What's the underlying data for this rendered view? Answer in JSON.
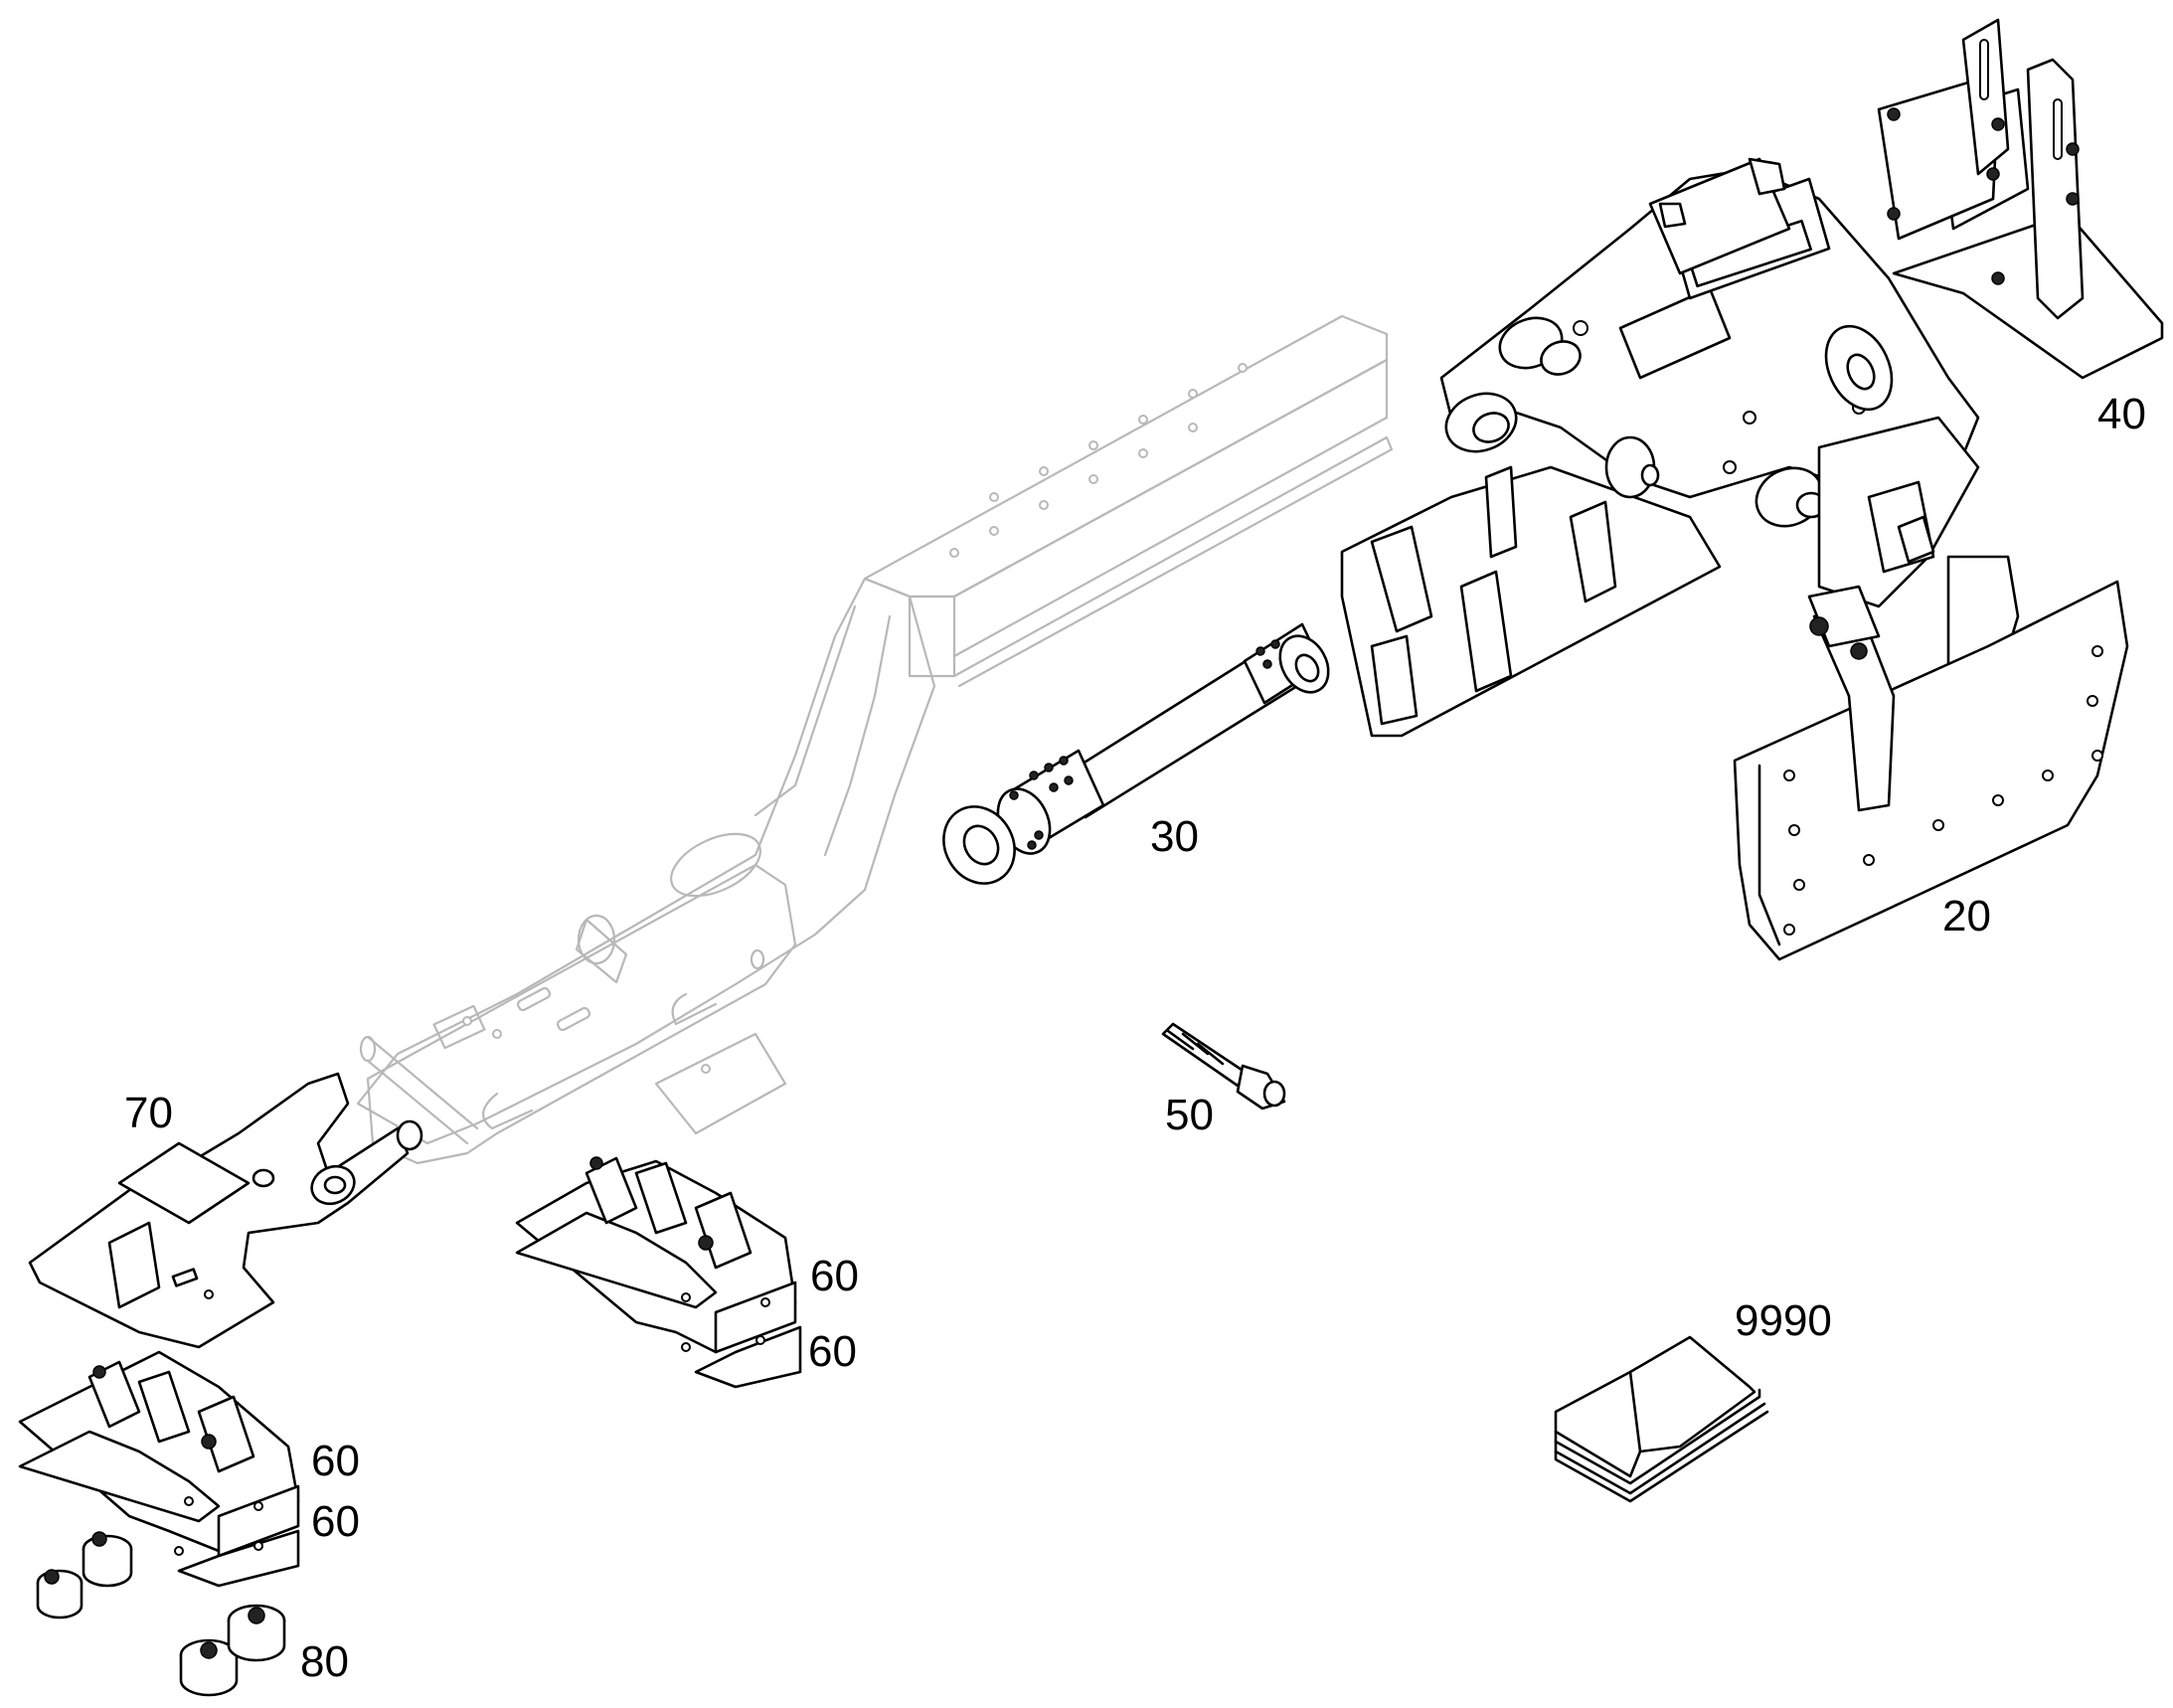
{
  "labels": {
    "p20": "20",
    "p30": "30",
    "p40": "40",
    "p50": "50",
    "p60a": "60",
    "p60b": "60",
    "p60c": "60",
    "p60d": "60",
    "p70": "70",
    "p80": "80",
    "p9990": "9990"
  },
  "colors": {
    "line": "#000000",
    "ghost_line": "#b8b8b8",
    "background": "#ffffff"
  }
}
